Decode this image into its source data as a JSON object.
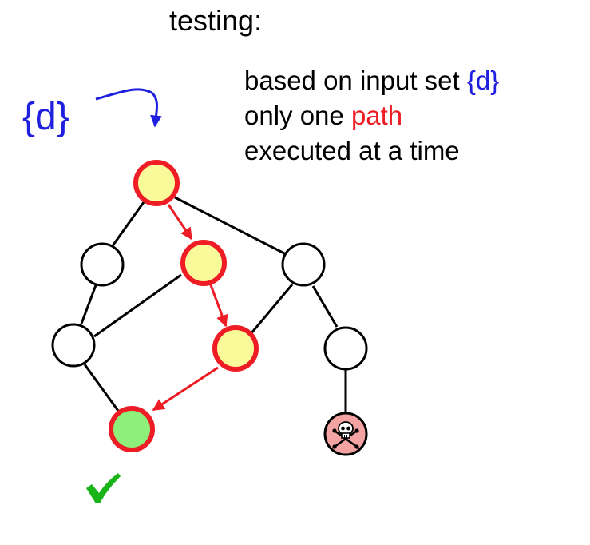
{
  "title": "testing:",
  "input_label": "{d}",
  "description": {
    "line1_prefix": "based on input set ",
    "line1_highlight": "{d}",
    "line2_prefix": "only one ",
    "line2_highlight": "path",
    "line3": "executed at a time"
  },
  "colors": {
    "text": "#000000",
    "input_blue": "#1f1fe0",
    "path_red": "#ee1c25",
    "visited_fill": "#fafa9a",
    "success_fill": "#8ef07a",
    "crash_fill": "#f4a3a3",
    "default_fill": "#ffffff",
    "checkmark_green": "#18b418"
  },
  "icons": {
    "success": "checkmark-icon",
    "crash": "skull-crossbones-icon"
  }
}
